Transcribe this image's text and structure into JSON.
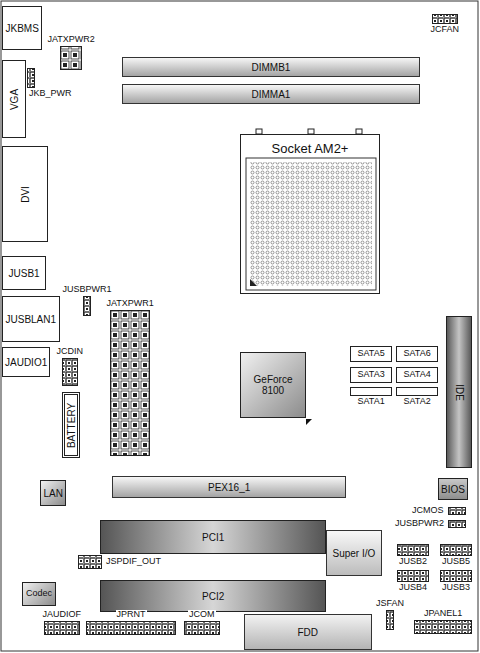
{
  "diagram": {
    "nodes": [
      {
        "text": [
          "JKBMS"
        ]
      },
      {
        "text": [
          "JATXPWR2"
        ]
      },
      {
        "text": [
          "JCFAN"
        ]
      },
      {
        "text": [
          "DIMMB1"
        ]
      },
      {
        "text": [
          "DIMMA1"
        ]
      },
      {
        "text": [
          "VGA"
        ]
      },
      {
        "text": [
          "JKB_PWR"
        ]
      },
      {
        "text": [
          "Socket AM2+"
        ]
      },
      {
        "text": [
          "DVI"
        ]
      },
      {
        "text": [
          "JUSB1"
        ]
      },
      {
        "text": [
          "JUSBPWR1"
        ]
      },
      {
        "text": [
          "JATXPWR1"
        ]
      },
      {
        "text": [
          "JUSBLAN1"
        ]
      },
      {
        "text": [
          "JAUDIO1"
        ]
      },
      {
        "text": [
          "JCDIN"
        ]
      },
      {
        "text": [
          "GeForce 8100"
        ]
      },
      {
        "text": [
          "SATA5"
        ]
      },
      {
        "text": [
          "SATA6"
        ]
      },
      {
        "text": [
          "SATA3"
        ]
      },
      {
        "text": [
          "SATA4"
        ]
      },
      {
        "text": [
          "SATA1"
        ]
      },
      {
        "text": [
          "SATA2"
        ]
      },
      {
        "text": [
          "IDE"
        ]
      },
      {
        "text": [
          "BATTERY"
        ]
      },
      {
        "text": [
          "LAN"
        ]
      },
      {
        "text": [
          "PEX16_1"
        ]
      },
      {
        "text": [
          "BIOS"
        ]
      },
      {
        "text": [
          "JCMOS"
        ]
      },
      {
        "text": [
          "JUSBPWR2"
        ]
      },
      {
        "text": [
          "PCI1"
        ]
      },
      {
        "text": [
          "Super I/O"
        ]
      },
      {
        "text": [
          "JUSB2"
        ]
      },
      {
        "text": [
          "JUSB5"
        ]
      },
      {
        "text": [
          "JSPDIF_OUT"
        ]
      },
      {
        "text": [
          "JUSB4"
        ]
      },
      {
        "text": [
          "JUSB3"
        ]
      },
      {
        "text": [
          "PCI2"
        ]
      },
      {
        "text": [
          "Codec"
        ]
      },
      {
        "text": [
          "JSFAN"
        ]
      },
      {
        "text": [
          "JAUDIOF"
        ]
      },
      {
        "text": [
          "JPRNT"
        ]
      },
      {
        "text": [
          "JCOM"
        ]
      },
      {
        "text": [
          "FDD"
        ]
      },
      {
        "text": [
          "JPANEL1"
        ]
      }
    ]
  }
}
